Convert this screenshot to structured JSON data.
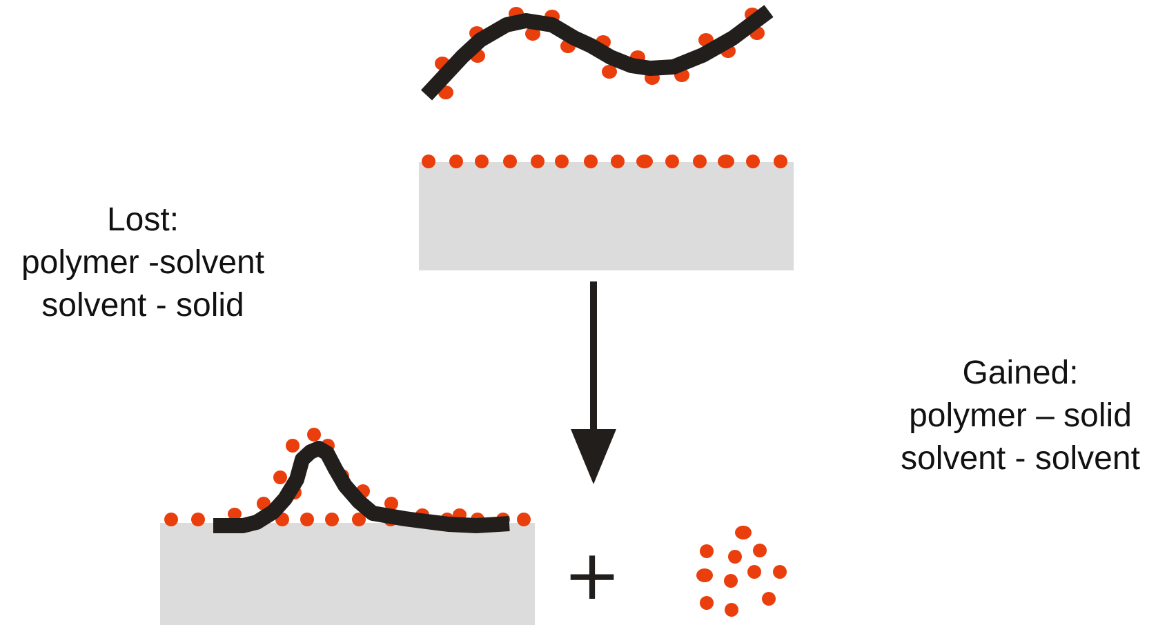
{
  "lost": {
    "heading": "Lost:",
    "line1": "polymer -solvent",
    "line2": "solvent - solid"
  },
  "gained": {
    "heading": "Gained:",
    "line1": "polymer – solid",
    "line2": "solvent - solvent"
  },
  "plus_sign": "+",
  "colors": {
    "solvent": "#ea3e0c",
    "polymer": "#221e1c",
    "solid": "#dcdcdc",
    "text": "#111111"
  }
}
